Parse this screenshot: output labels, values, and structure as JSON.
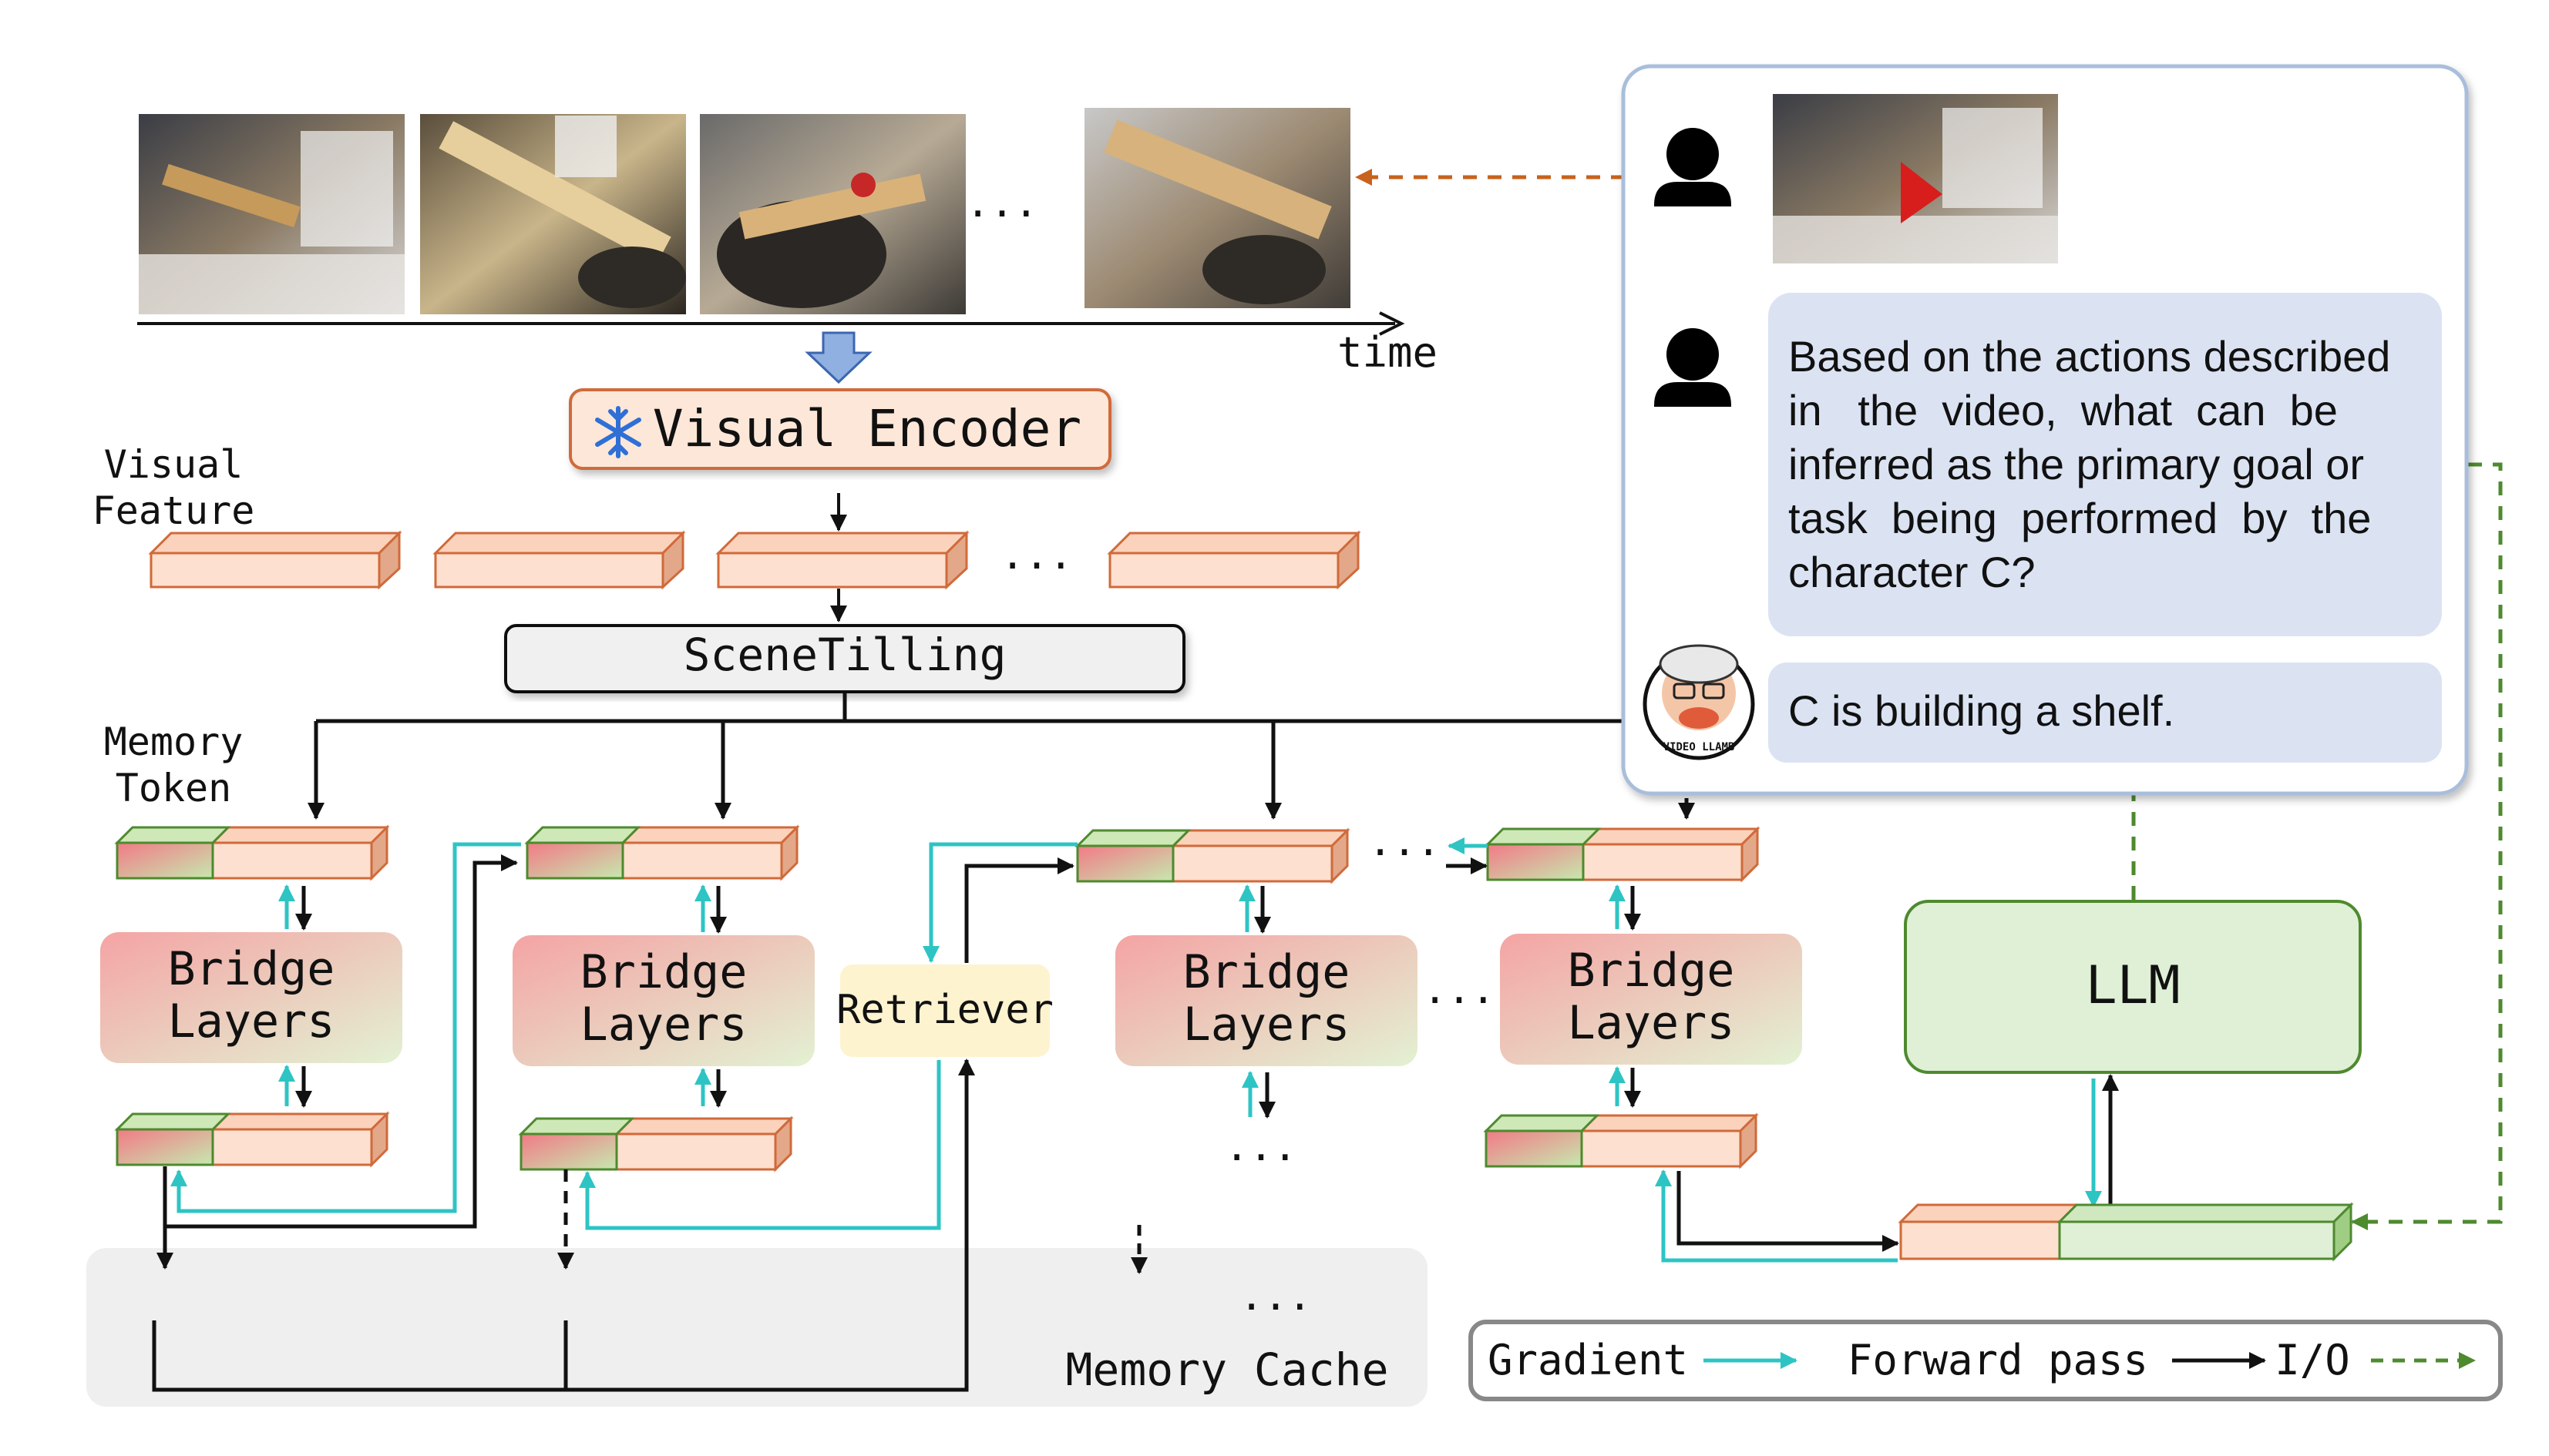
{
  "time_label": "time",
  "ellipsis": "···",
  "visual_encoder": {
    "label": "Visual Encoder",
    "icon": "snowflake-icon"
  },
  "visual_feature_label": [
    "Visual",
    "Feature"
  ],
  "scenetilling_label": "SceneTilling",
  "memory_token_label": [
    "Memory",
    "Token"
  ],
  "bridge_layers_label": [
    "Bridge",
    "Layers"
  ],
  "retriever_label": "Retriever",
  "memory_cache_label": "Memory Cache",
  "llm_label": "LLM",
  "chat": {
    "question_lines": [
      "Based on the actions described",
      "in   the  video,  what  can  be",
      "inferred as the primary goal or",
      "task  being  performed  by  the",
      "character C?"
    ],
    "answer": "C is building a shelf.",
    "avatar_badge": "VIDEO LLAMB"
  },
  "legend": {
    "gradient": "Gradient",
    "forward": "Forward pass",
    "io": "I/O"
  },
  "colors": {
    "gradient": "#2ec4c4",
    "forward": "#111111",
    "io": "#4e8a2e",
    "io_top": "#c8621c",
    "feature_fill": "#fde0cf",
    "feature_stroke": "#d06a3a",
    "memory_green": "#b8dba0",
    "memory_red": "#f08c8c",
    "panel_border": "#a9bedb",
    "bubble": "#dbe3f3",
    "llm_fill": "#dff0d6",
    "retriever_fill": "#fdf3cf"
  }
}
